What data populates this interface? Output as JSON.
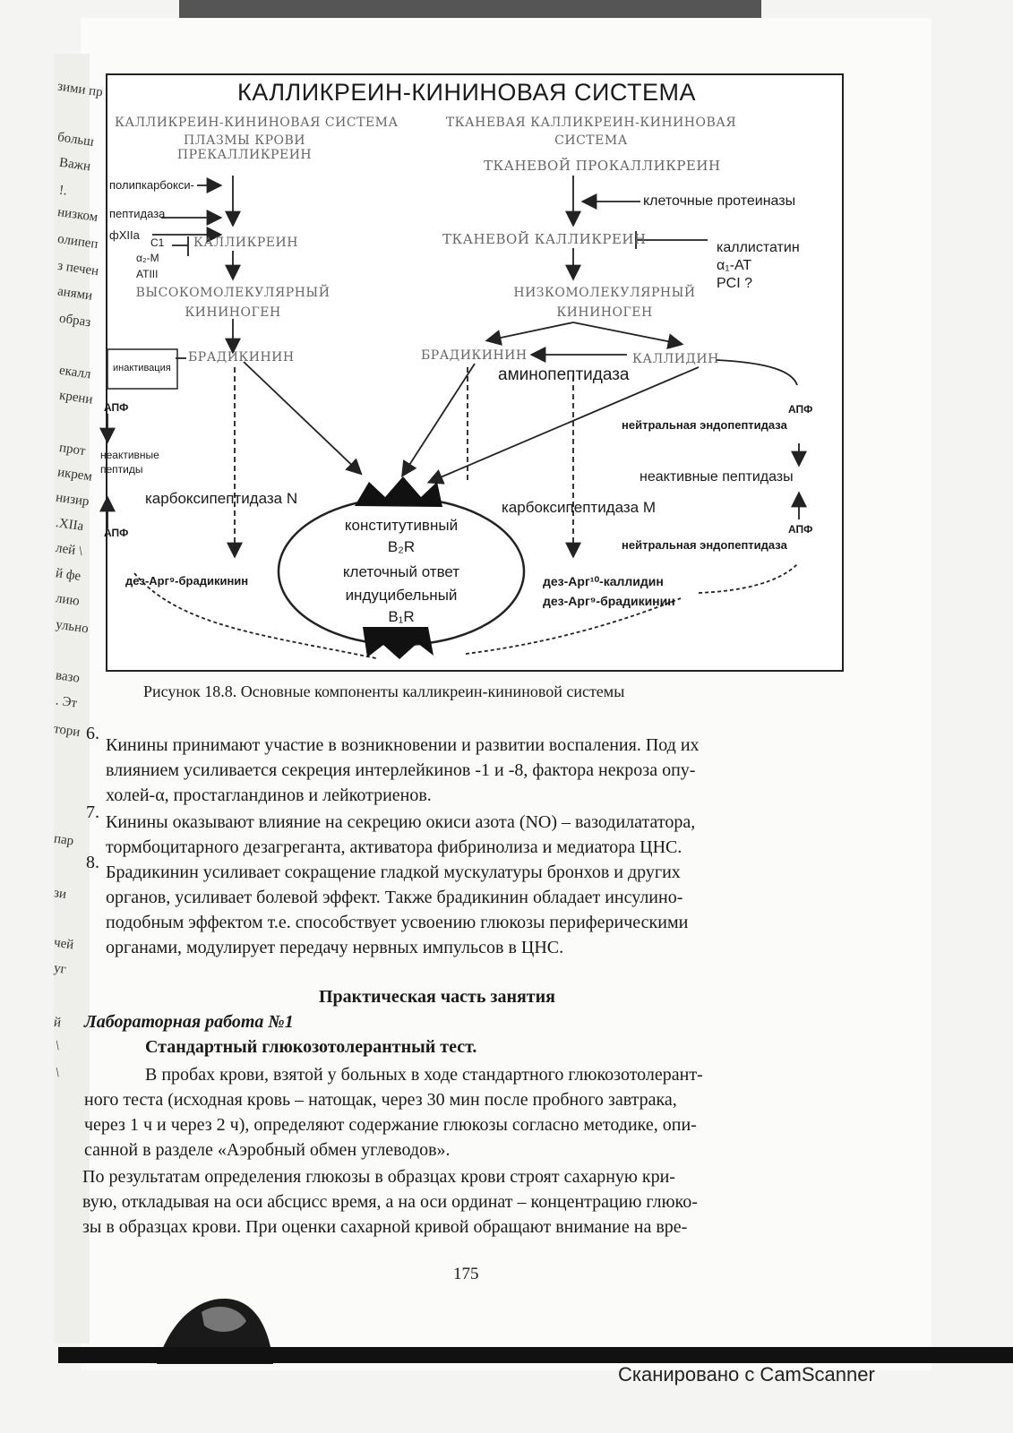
{
  "figure": {
    "title": "КАЛЛИКРЕИН-КИНИНОВАЯ СИСТЕМА",
    "plasma": {
      "header_1": "КАЛЛИКРЕИН-КИНИНОВАЯ СИСТЕМА",
      "header_2": "ПЛАЗМЫ КРОВИ",
      "prekallikrein": "ПРЕКАЛЛИКРЕИН",
      "activator_1": "полипкарбокси-",
      "activator_2": "пептидаза",
      "activator_3": "фXIIа",
      "inhib_1": "C1",
      "inhib_2": "α₂-М",
      "inhib_3": "ATIII",
      "kallikrein": "КАЛЛИКРЕИН",
      "hmwk_1": "ВЫСОКОМОЛЕКУЛЯРНЫЙ",
      "hmwk_2": "КИНИНОГЕН",
      "bradykinin": "БРАДИКИНИН",
      "inactivation": "инактивация",
      "apf_left_1": "АПФ",
      "inactive_left": "неактивные пептиды",
      "apf_left_2": "АПФ",
      "carboxy_n": "карбоксипептидаза N",
      "des_arg9_brady": "дез-Арг⁹-брадикинин"
    },
    "tissue": {
      "header_1": "ТКАНЕВАЯ КАЛЛИКРЕИН-КИНИНОВАЯ",
      "header_2": "СИСТЕМА",
      "prokallikrein": "ТКАНЕВОЙ ПРОКАЛЛИКРЕИН",
      "proteinases": "клеточные протеиназы",
      "kallikrein": "ТКАНЕВОЙ КАЛЛИКРЕИН",
      "inhib_1": "каллистатин",
      "inhib_2": "α₁-АТ",
      "inhib_3": "PCI ?",
      "lmwk_1": "НИЗКОМОЛЕКУЛЯРНЫЙ",
      "lmwk_2": "КИНИНОГЕН",
      "bradykinin": "БРАДИКИНИН",
      "kallidin": "КАЛЛИДИН",
      "aminopeptidase": "аминопептидаза",
      "apf_right_1": "АПФ",
      "nep_1": "нейтральная эндопептидаза",
      "inactive_right": "неактивные пептидазы",
      "apf_right_2": "АПФ",
      "nep_2": "нейтральная эндопептидаза",
      "carboxy_m": "карбоксипептидаза М",
      "des_arg10_kallidin": "дез-Арг¹⁰-каллидин",
      "des_arg9_brady": "дез-Арг⁹-брадикинин"
    },
    "cell": {
      "constitutive": "конститутивный",
      "b2r": "B₂R",
      "response_1": "клеточный ответ",
      "inducible": "индуцибельный",
      "b1r": "B₁R"
    },
    "caption": "Рисунок 18.8. Основные компоненты калликреин-кининовой системы"
  },
  "list": [
    {
      "num": "6.",
      "lines": [
        "Кинины принимают участие в возникновении и развитии воспаления. Под их",
        "влиянием усиливается секреция интерлейкинов -1 и -8, фактора некроза опу-",
        "холей-α, простагландинов и лейкотриенов."
      ]
    },
    {
      "num": "7.",
      "lines": [
        "Кинины оказывают влияние на секрецию окиси азота (NO) – вазодилататора,",
        "тормбоцитарного дезагреганта, активатора фибринолиза и медиатора ЦНС."
      ]
    },
    {
      "num": "8.",
      "lines": [
        "Брадикинин усиливает сокращение гладкой мускулатуры бронхов и других",
        "органов, усиливает болевой эффект. Также брадикинин обладает инсулино-",
        "подобным эффектом т.е. способствует усвоению глюкозы периферическими",
        "органами, модулирует передачу нервных импульсов в ЦНС."
      ]
    }
  ],
  "practical": {
    "heading": "Практическая часть занятия",
    "lab": "Лабораторная работа №1",
    "test_title": "Стандартный глюкозотолерантный тест.",
    "para1": [
      "В пробах крови, взятой у больных в ходе стандартного глюкозотолерант-",
      "ного теста (исходная кровь – натощак, через 30 мин после пробного завтрака,",
      "через 1 ч и через 2 ч), определяют содержание глюкозы согласно методике, опи-",
      "санной в разделе «Аэробный обмен углеводов»."
    ],
    "para2": [
      "По результатам определения глюкозы в образцах крови строят сахарную кри-",
      "вую, откладывая на оси абсцисс время, а на оси ординат – концентрацию глюко-",
      "зы в образцах крови. При оценки сахарной кривой обращают внимание на вре-"
    ]
  },
  "page_number": "175",
  "watermark": "Сканировано с CamScanner",
  "left_fragments": [
    "зими пр",
    "больш",
    "Важн",
    "!.",
    "низком",
    "олипеп",
    "з печен",
    "анями",
    "образ",
    "екалл",
    "крени",
    "прот",
    "икрем",
    "низир",
    ".XIIа",
    "лей \\",
    "й фе",
    "лию",
    "ульно",
    "вазо",
    ". Эт",
    "тори",
    "пар",
    "зи",
    "чей",
    "уг",
    "й",
    "\\",
    "\\"
  ]
}
